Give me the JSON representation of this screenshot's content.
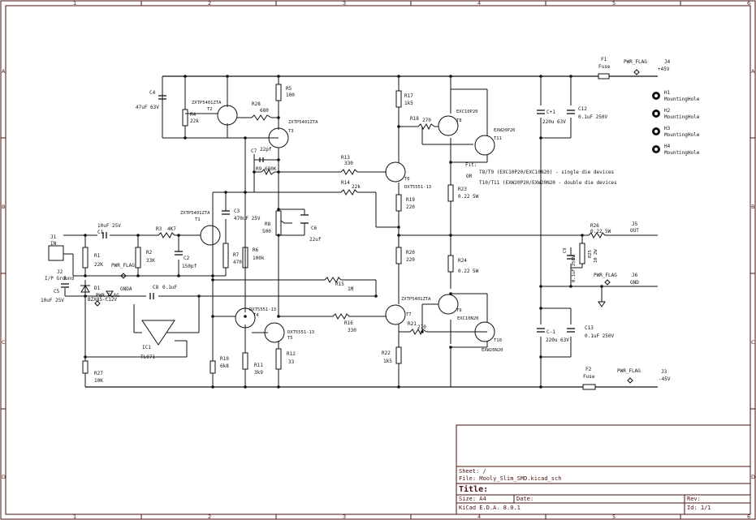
{
  "frame": {
    "cols": [
      "1",
      "2",
      "3",
      "4",
      "5",
      "6"
    ],
    "rows": [
      "A",
      "B",
      "C",
      "D"
    ]
  },
  "title_block": {
    "sheet": "Sheet: /",
    "file": "File: Mooly_Slim_SMD.kicad_sch",
    "title": "Title:",
    "size": "Size: A4",
    "date": "Date:",
    "rev": "Rev:",
    "tool": "KiCad E.D.A. 8.0.1",
    "id": "Id: 1/1"
  },
  "notes": {
    "fit": "Fit:",
    "line1": "T8/T9 (EXC10P20/EXC10N20) - single die devices",
    "or": "OR",
    "line2": "T10/T11 (EXW20P20/EXW20N20 - double die devices"
  },
  "components": {
    "c4": {
      "ref": "C4",
      "val": "47uF 63V"
    },
    "r4": {
      "ref": "R4",
      "val": "22k"
    },
    "t2": {
      "ref": "T2",
      "part": "ZXTP5401ZTA"
    },
    "r28": {
      "ref": "R28",
      "val": "680"
    },
    "r5": {
      "ref": "R5",
      "val": "100"
    },
    "t3": {
      "ref": "T3",
      "part": "ZXTP5401ZTA"
    },
    "c7": {
      "ref": "C7",
      "val": "22pf"
    },
    "r9": {
      "ref": "R9",
      "val": "680K"
    },
    "r13": {
      "ref": "R13",
      "val": "330"
    },
    "r14": {
      "ref": "R14",
      "val": "22k"
    },
    "r17": {
      "ref": "R17",
      "val": "1k5"
    },
    "r18": {
      "ref": "R18",
      "val": "270"
    },
    "t8": {
      "ref": "T8",
      "part": "EXC10P20"
    },
    "t11": {
      "ref": "T11",
      "part": "EXW20P20"
    },
    "t6": {
      "ref": "T6",
      "part": "DXT5551-13"
    },
    "r19": {
      "ref": "R19",
      "val": "220"
    },
    "r23": {
      "ref": "R23",
      "val": "0.22 5W"
    },
    "c3": {
      "ref": "C3",
      "val": "470uF 25V"
    },
    "r8": {
      "ref": "R8",
      "val": "500"
    },
    "c6": {
      "ref": "C6",
      "val": "22uf"
    },
    "t1": {
      "ref": "T1",
      "part": "ZXTP5401ZTA"
    },
    "c1": {
      "ref": "C1",
      "val": "10uF 25V"
    },
    "r3": {
      "ref": "R3",
      "val": "4K7"
    },
    "r1": {
      "ref": "R1",
      "val": "22K"
    },
    "r2": {
      "ref": "R2",
      "val": "33K"
    },
    "c2": {
      "ref": "C2",
      "val": "150pf"
    },
    "r7": {
      "ref": "R7",
      "val": "470"
    },
    "r6": {
      "ref": "R6",
      "val": "100k"
    },
    "j1": {
      "ref": "J1",
      "val": "IN"
    },
    "j2": {
      "ref": "J2",
      "val": "I/P Ground"
    },
    "c5": {
      "ref": "C5",
      "val": "10uF 25V"
    },
    "d1": {
      "ref": "D1",
      "val": "BZX85-C12V"
    },
    "gnda": {
      "val": "GNDA"
    },
    "c8": {
      "ref": "C8",
      "val": "0.1uF"
    },
    "ic1": {
      "ref": "IC1",
      "val": "TL071"
    },
    "r15": {
      "ref": "R15",
      "val": "1M"
    },
    "t4": {
      "ref": "T4",
      "part": "DXT5551-13"
    },
    "t5": {
      "ref": "T5",
      "part": "DXT5551-13"
    },
    "r16": {
      "ref": "R16",
      "val": "330"
    },
    "t7": {
      "ref": "T7",
      "part": "ZXTP5401ZTA"
    },
    "r20": {
      "ref": "R20",
      "val": "220"
    },
    "r21": {
      "ref": "R21",
      "val": "270"
    },
    "r24": {
      "ref": "R24",
      "val": "0.22 5W"
    },
    "t9": {
      "ref": "T9",
      "part": "EXC10N20"
    },
    "t10": {
      "ref": "T10",
      "part": "EXW20N20"
    },
    "r22": {
      "ref": "R22",
      "val": "1k5"
    },
    "r10": {
      "ref": "R10",
      "val": "6k8"
    },
    "r11": {
      "ref": "R11",
      "val": "3k9"
    },
    "r12": {
      "ref": "R12",
      "val": "33"
    },
    "r27": {
      "ref": "R27",
      "val": "10K"
    },
    "cp1": {
      "ref": "C+1",
      "val": "220u 63V"
    },
    "c12": {
      "ref": "C12",
      "val": "0.1uF 250V"
    },
    "cm1": {
      "ref": "C-1",
      "val": "220u 63V"
    },
    "c13": {
      "ref": "C13",
      "val": "0.1uF 250V"
    },
    "f1": {
      "ref": "F1",
      "val": "Fuse"
    },
    "f2": {
      "ref": "F2",
      "val": "Fuse"
    },
    "j4": {
      "ref": "J4",
      "val": "+45V"
    },
    "j3": {
      "ref": "J3",
      "val": "-45V"
    },
    "j5": {
      "ref": "J5",
      "val": "OUT"
    },
    "j6": {
      "ref": "J6",
      "val": "GND"
    },
    "r26": {
      "ref": "R26",
      "val": "0.22 5W"
    },
    "r25": {
      "ref": "R25",
      "val": "10 2W"
    },
    "c9": {
      "ref": "C9",
      "val": "0.1uF 250V"
    },
    "pwr": "PWR_FLAG",
    "mh": [
      {
        "ref": "H1",
        "val": "MountingHole"
      },
      {
        "ref": "H2",
        "val": "MountingHole"
      },
      {
        "ref": "H3",
        "val": "MountingHole"
      },
      {
        "ref": "H4",
        "val": "MountingHole"
      }
    ]
  }
}
